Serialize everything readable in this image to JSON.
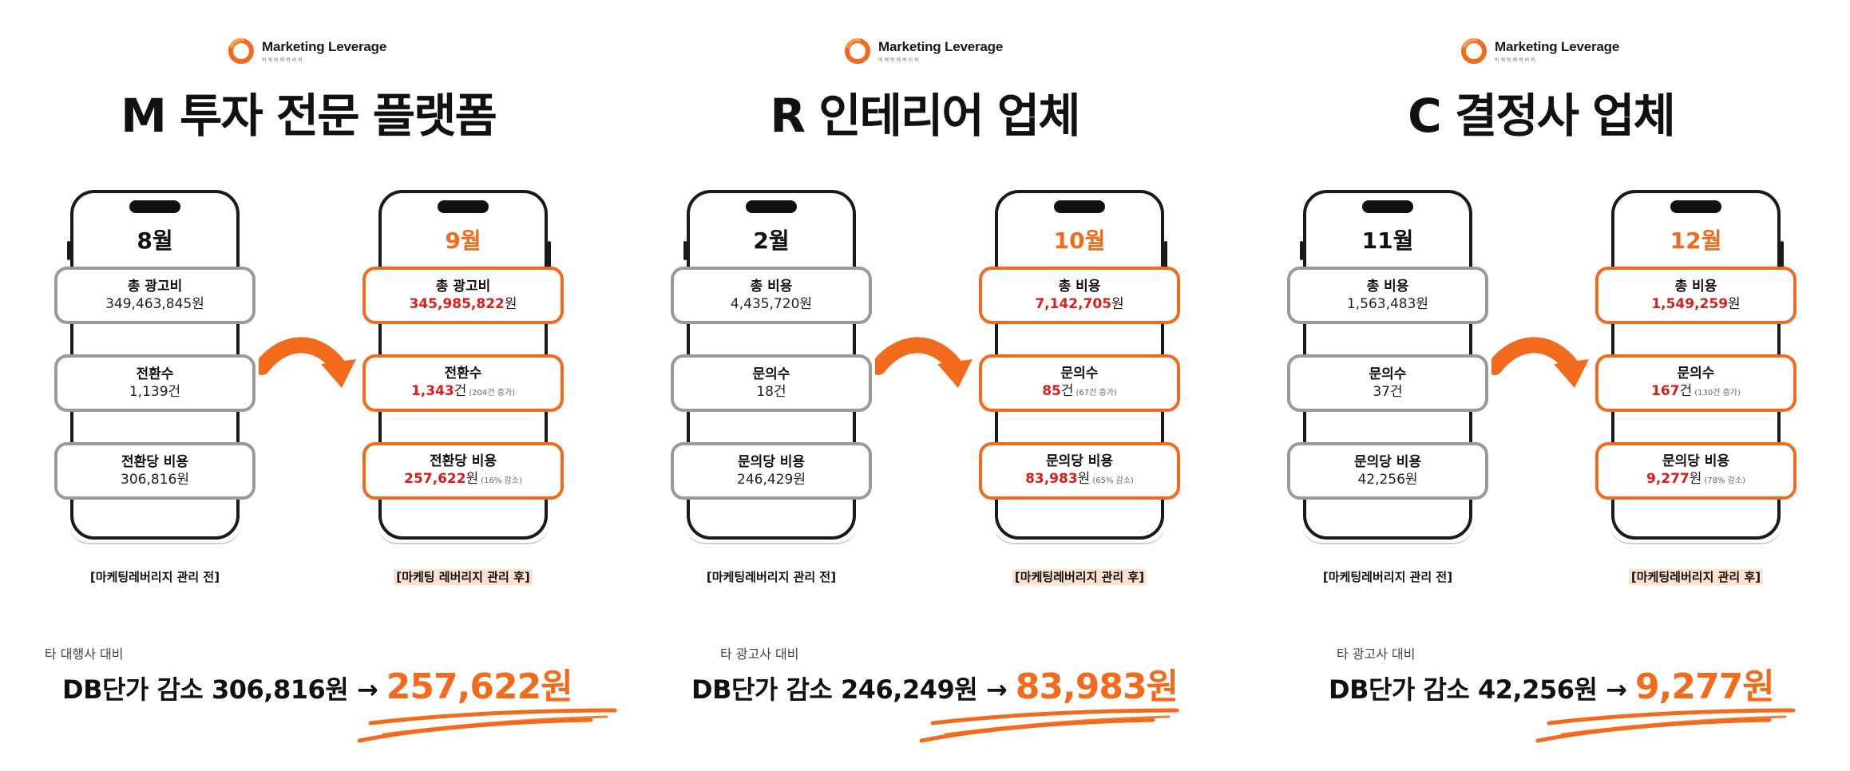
{
  "brand": {
    "name": "Marketing Leverage",
    "sub": "마케팅레버리지"
  },
  "colors": {
    "accent": "#f26a1b",
    "highlight": "#e01b1b",
    "before_border": "#9a9a9a"
  },
  "panels": [
    {
      "title": "M 투자 전문 플랫폼",
      "before": {
        "month": "8월",
        "stats": [
          {
            "label": "총 광고비",
            "value": "349,463,845원"
          },
          {
            "label": "전환수",
            "value": "1,139건"
          },
          {
            "label": "전환당 비용",
            "value": "306,816원"
          }
        ],
        "caption": "[마케팅레버리지 관리 전]"
      },
      "after": {
        "month": "9월",
        "stats": [
          {
            "label": "총 광고비",
            "value": "345,985,822",
            "unit": "원",
            "note": ""
          },
          {
            "label": "전환수",
            "value": "1,343",
            "unit": "건",
            "note": "(204건 증가)"
          },
          {
            "label": "전환당 비용",
            "value": "257,622",
            "unit": "원",
            "note": "(16% 감소)"
          }
        ],
        "caption": "[마케팅 레버리지 관리 후]"
      },
      "compare_small": "타 대행사 대비",
      "compare_text": "DB단가 감소 306,816원 →",
      "compare_result": "257,622원"
    },
    {
      "title": "R 인테리어 업체",
      "before": {
        "month": "2월",
        "stats": [
          {
            "label": "총 비용",
            "value": "4,435,720원"
          },
          {
            "label": "문의수",
            "value": "18건"
          },
          {
            "label": "문의당 비용",
            "value": "246,429원"
          }
        ],
        "caption": "[마케팅레버리지 관리 전]"
      },
      "after": {
        "month": "10월",
        "stats": [
          {
            "label": "총 비용",
            "value": "7,142,705",
            "unit": "원",
            "note": ""
          },
          {
            "label": "문의수",
            "value": "85",
            "unit": "건",
            "note": "(67건 증가)"
          },
          {
            "label": "문의당 비용",
            "value": "83,983",
            "unit": "원",
            "note": "(65% 감소)"
          }
        ],
        "caption": "[마케팅레버리지 관리 후]"
      },
      "compare_small": "타 광고사 대비",
      "compare_text": "DB단가 감소 246,249원 →",
      "compare_result": "83,983원"
    },
    {
      "title": "C 결정사 업체",
      "before": {
        "month": "11월",
        "stats": [
          {
            "label": "총 비용",
            "value": "1,563,483원"
          },
          {
            "label": "문의수",
            "value": "37건"
          },
          {
            "label": "문의당 비용",
            "value": "42,256원"
          }
        ],
        "caption": "[마케팅레버리지 관리 전]"
      },
      "after": {
        "month": "12월",
        "stats": [
          {
            "label": "총 비용",
            "value": "1,549,259",
            "unit": "원",
            "note": ""
          },
          {
            "label": "문의수",
            "value": "167",
            "unit": "건",
            "note": "(130건 증가)"
          },
          {
            "label": "문의당 비용",
            "value": "9,277",
            "unit": "원",
            "note": "(78% 감소)"
          }
        ],
        "caption": "[마케팅레버리지 관리 후]"
      },
      "compare_small": "타 광고사 대비",
      "compare_text": "DB단가 감소 42,256원 →",
      "compare_result": "9,277원"
    }
  ]
}
